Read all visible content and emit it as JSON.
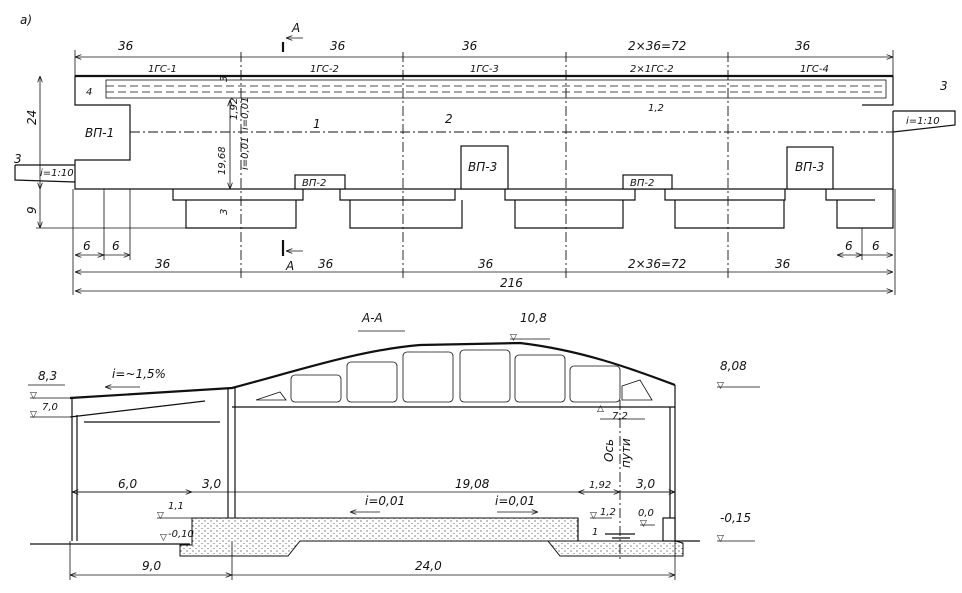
{
  "figure_label": "а)",
  "plan": {
    "section_marker": "А",
    "top_dims": [
      "36",
      "36",
      "36",
      "2×36=72",
      "36"
    ],
    "gallery_labels": [
      "1ГС-1",
      "1ГС-2",
      "1ГС-3",
      "2×1ГС-2",
      "1ГС-4"
    ],
    "bottom_dims": [
      "36",
      "36",
      "36",
      "2×36=72",
      "36"
    ],
    "total_dim": "216",
    "small_dims": [
      "6",
      "6",
      "6",
      "6"
    ],
    "side_dims": [
      "24",
      "9"
    ],
    "inner_dims": [
      "3",
      "3",
      "19,68",
      "1,92",
      "i=0,01",
      "i=0,01"
    ],
    "pits": [
      "ВП-1",
      "ВП-2",
      "ВП-3",
      "ВП-2",
      "ВП-3"
    ],
    "callouts": [
      "1",
      "2",
      "3",
      "3",
      "4"
    ],
    "ramp_slopes": [
      "i=1:10",
      "i=1:10"
    ],
    "mark_1_2": "1,2"
  },
  "section": {
    "title": "А-А",
    "elevations": [
      "8,3",
      "7,0",
      "10,8",
      "8,08",
      "7,2",
      "1,1",
      "-0,10",
      "1,2",
      "0,0",
      "-0,15"
    ],
    "slopes": [
      "i=~1,5%",
      "i=0,01",
      "i=0,01"
    ],
    "dims_upper": [
      "6,0",
      "3,0",
      "19,08",
      "1,92",
      "3,0"
    ],
    "dims_lower": [
      "9,0",
      "24,0"
    ],
    "track_axis": [
      "Ось",
      "пути"
    ],
    "callout": "1"
  }
}
